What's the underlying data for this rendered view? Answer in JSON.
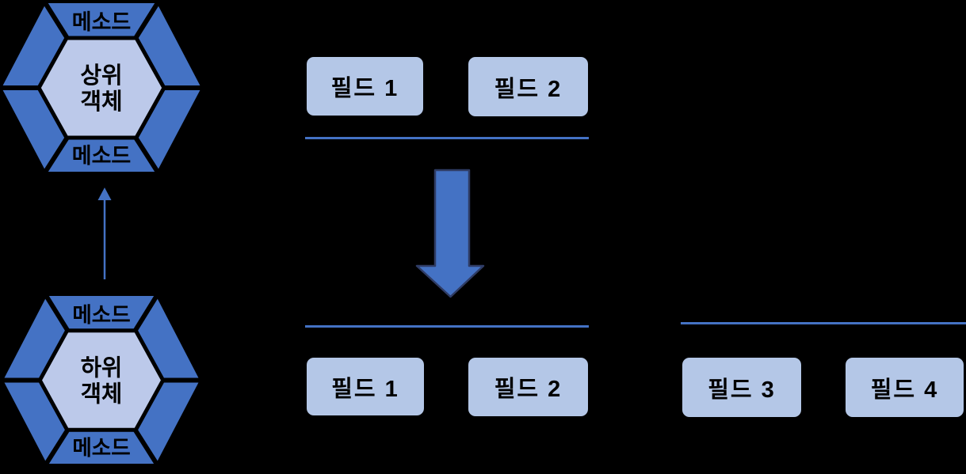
{
  "diagram": {
    "parent_hexagon": {
      "method_top": "메소드",
      "title_line1": "상위",
      "title_line2": "객체",
      "method_bottom": "메소드"
    },
    "child_hexagon": {
      "method_top": "메소드",
      "title_line1": "하위",
      "title_line2": "객체",
      "method_bottom": "메소드"
    },
    "fields_top": {
      "field1": "필드 1",
      "field2": "필드 2"
    },
    "fields_bottom_left": {
      "field1": "필드 1",
      "field2": "필드 2"
    },
    "fields_bottom_right": {
      "field3": "필드 3",
      "field4": "필드 4"
    }
  },
  "colors": {
    "background": "#000000",
    "hexagon_segment": "#4472C4",
    "hexagon_core": "#BCC9EA",
    "field_box": "#B4C7E7",
    "block_arrow_fill": "#4472C4",
    "block_arrow_stroke": "#2F3C65",
    "connector": "#4472C4",
    "divider": "#000000",
    "text": "#000000"
  }
}
